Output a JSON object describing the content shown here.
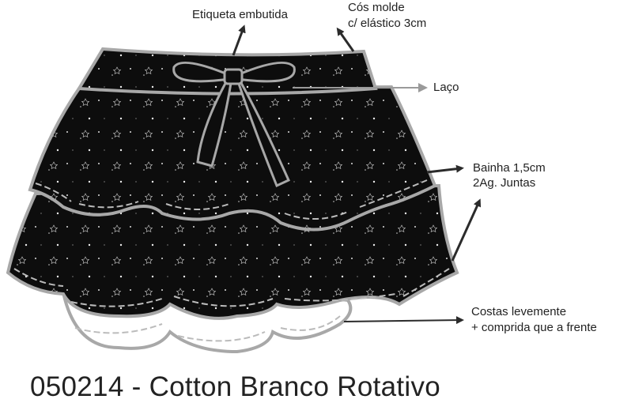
{
  "labels": {
    "etiqueta": "Etiqueta embutida",
    "cos_line1": "Cós molde",
    "cos_line2": "c/ elástico 3cm",
    "laco": "Laço",
    "bainha_line1": "Bainha 1,5cm",
    "bainha_line2": "2Ag. Juntas",
    "costas_line1": "Costas levemente",
    "costas_line2": "+ comprida que a frente"
  },
  "title": "050214 - Cotton Branco Rotativo",
  "colors": {
    "fabric": "#0d0d0d",
    "outline": "#a8a8a8",
    "lining": "#ffffff",
    "arrow": "#2b2b2b",
    "laco_arrow": "#9a9a9a"
  }
}
